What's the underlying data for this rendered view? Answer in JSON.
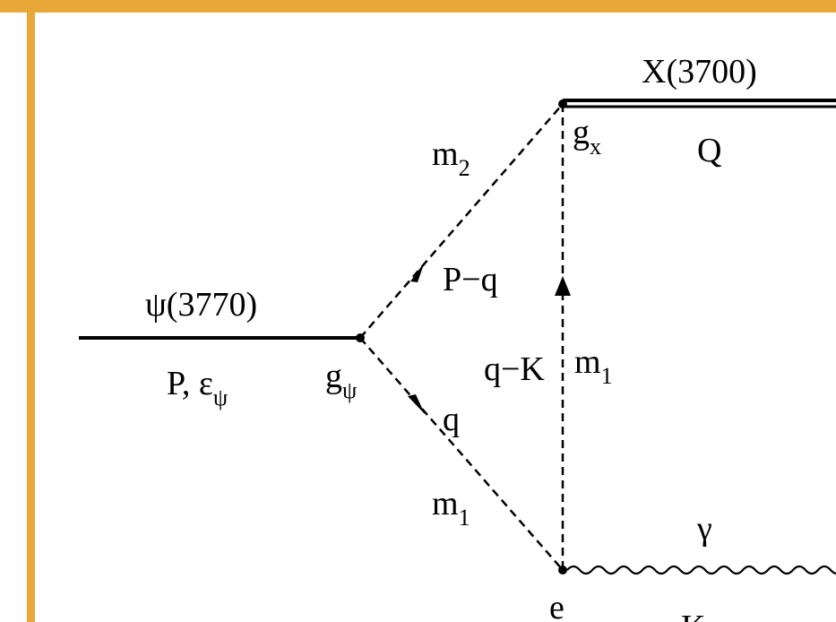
{
  "colors": {
    "frame": "#E8A838",
    "ink": "#000000",
    "background": "#ffffff"
  },
  "labels": {
    "x_particle": "X(3700)",
    "psi_particle": "ψ(3770)",
    "psi_momentum_pol": "P, ε",
    "psi_momentum_pol_sub": "ψ",
    "coupling_psi": "g",
    "coupling_psi_sub": "ψ",
    "coupling_x": "g",
    "coupling_x_sub": "x",
    "x_momentum": "Q",
    "mass_upper": "m",
    "mass_upper_sub": "2",
    "mass_lower": "m",
    "mass_lower_sub": "1",
    "mass_vertical": "m",
    "mass_vertical_sub": "1",
    "momentum_upper": "P−q",
    "momentum_lower": "q",
    "momentum_vertical": "q−K",
    "photon": "γ",
    "charge_vertex": "e",
    "photon_momentum_partial": "K, ε"
  }
}
